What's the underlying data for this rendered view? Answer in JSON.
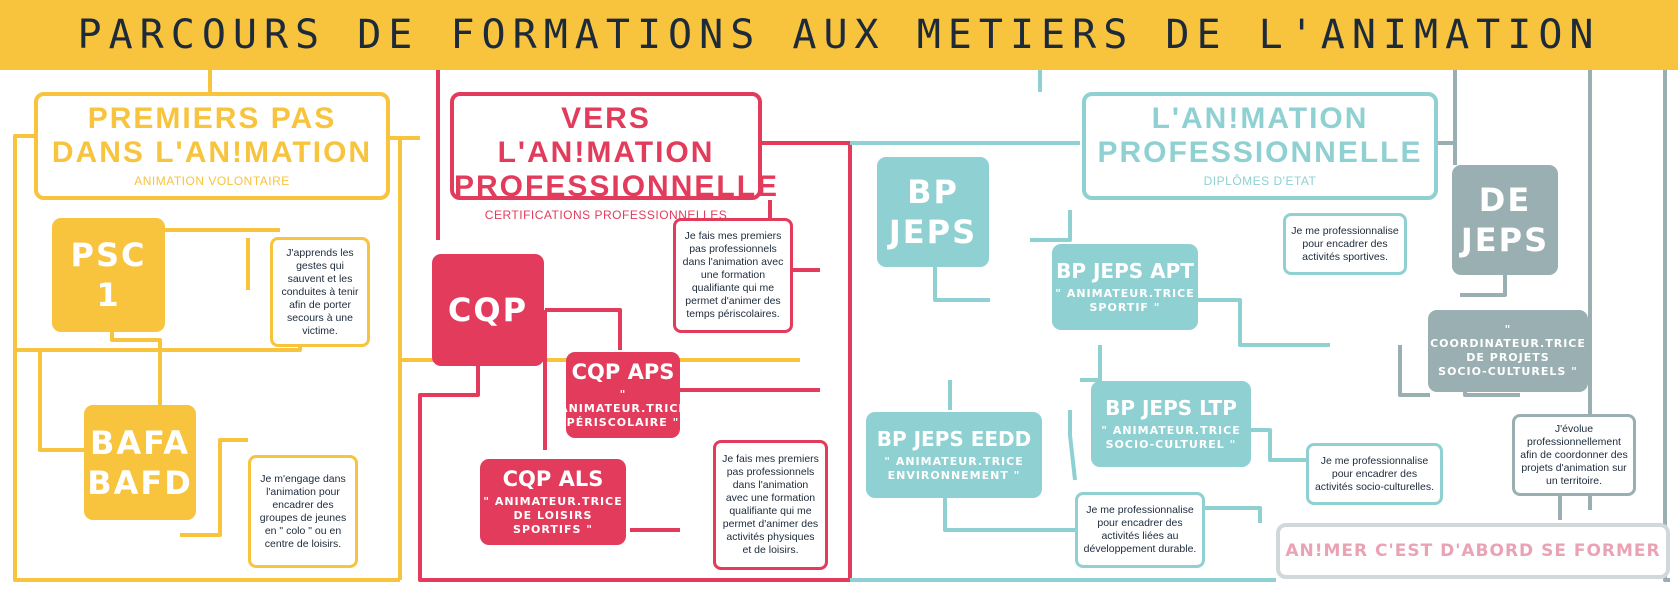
{
  "title": "PARCOURS DE FORMATIONS AUX METIERS DE L'ANIMATION",
  "colors": {
    "banner": "#f8c33d",
    "volunteer": "#f8c33d",
    "certifications": "#e23b5b",
    "diplomas": "#8fd0d2",
    "dejeps": "#9aafb1",
    "text_dark": "#1c2a3a"
  },
  "sections": {
    "premiers_pas": {
      "line1": "PREMIERS PAS",
      "line2": "DANS L'AN!MATION",
      "subtitle": "ANIMATION VOLONTAIRE"
    },
    "vers_pro": {
      "line1": "VERS L'AN!MATION",
      "line2": "PROFESSIONNELLE",
      "subtitle": "CERTIFICATIONS PROFESSIONNELLES"
    },
    "pro": {
      "line1": "L'AN!MATION",
      "line2": "PROFESSIONNELLE",
      "subtitle": "DIPLÔMES D'ETAT"
    }
  },
  "nodes": {
    "psc1": {
      "label": "PSC 1"
    },
    "bafa": {
      "line1": "BAFA",
      "line2": "BAFD"
    },
    "cqp": {
      "label": "CQP"
    },
    "cqp_aps": {
      "label": "CQP APS",
      "sub1": "\" ANIMATEUR.TRICE",
      "sub2": "PÉRISCOLAIRE \""
    },
    "cqp_als": {
      "label": "CQP ALS",
      "sub1": "\" ANIMATEUR.TRICE",
      "sub2": "DE LOISIRS SPORTIFS \""
    },
    "bpjeps": {
      "line1": "BP",
      "line2": "JEPS"
    },
    "bpjeps_apt": {
      "label": "BP JEPS APT",
      "sub1": "\" ANIMATEUR.TRICE",
      "sub2": "SPORTIF \""
    },
    "bpjeps_ltp": {
      "label": "BP JEPS LTP",
      "sub1": "\" ANIMATEUR.TRICE",
      "sub2": "SOCIO-CULTUREL \""
    },
    "bpjeps_eedd": {
      "label": "BP JEPS EEDD",
      "sub1": "\" ANIMATEUR.TRICE",
      "sub2": "ENVIRONNEMENT \""
    },
    "dejeps": {
      "line1": "DE",
      "line2": "JEPS"
    },
    "coordinateur": {
      "sub1": "\" COORDINATEUR.TRICE",
      "sub2": "DE PROJETS",
      "sub3": "SOCIO-CULTURELS \""
    }
  },
  "notes": {
    "psc1": "J'apprends les gestes qui sauvent et les conduites à tenir afin de porter secours à une victime.",
    "bafa": "Je m'engage dans l'animation pour encadrer des groupes de jeunes en \" colo \" ou en centre de loisirs.",
    "cqp_aps": "Je fais mes premiers pas professionnels dans l'animation avec une formation qualifiante qui me permet d'animer des temps périscolaires.",
    "cqp_als": "Je fais mes premiers pas professionnels dans l'animation avec une formation qualifiante qui me permet d'animer des activités physiques et de loisirs.",
    "bpjeps_apt": "Je me professionnalise pour encadrer des activités sportives.",
    "bpjeps_ltp": "Je me professionnalise pour encadrer des activités socio-culturelles.",
    "bpjeps_eedd": "Je me professionnalise pour encadrer des activités liées au développement durable.",
    "dejeps": "J'évolue professionnellement afin de coordonner des projets d'animation sur un territoire."
  },
  "slogan": "AN!MER C'EST D'ABORD SE FORMER"
}
